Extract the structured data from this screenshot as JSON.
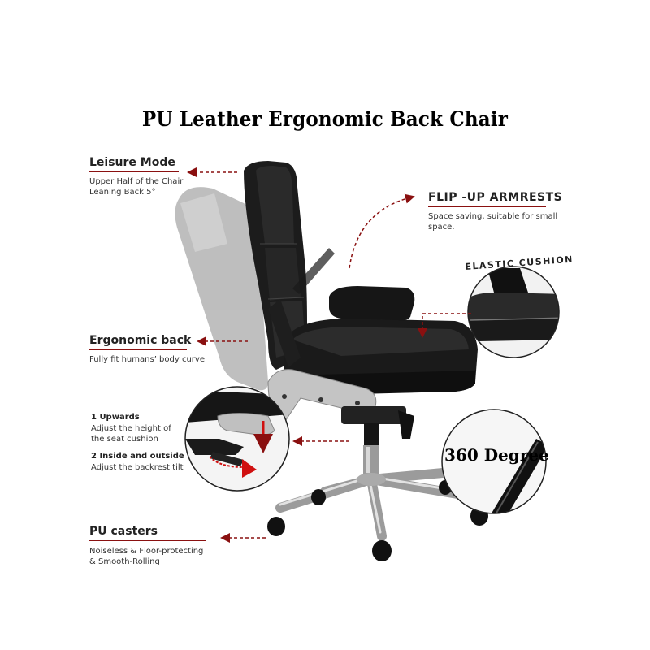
{
  "title": "PU Leather Ergonomic Back Chair",
  "features": {
    "leisure": {
      "heading": "Leisure Mode",
      "line1": "Upper Half of the Chair",
      "line2": "Leaning Back 5°"
    },
    "armrests": {
      "heading": "FLIP -UP ARMRESTS",
      "line1": "Space saving, suitable for small",
      "line2": "space."
    },
    "cushion": {
      "heading": "ELASTIC CUSHION"
    },
    "ergonomic": {
      "heading": "Ergonomic back",
      "line1": "Fully fit humans’ body curve"
    },
    "adjust": {
      "step1_head": "1  Upwards",
      "step1_line1": "Adjust the height of",
      "step1_line2": "the seat cushion",
      "step2_head": "2  Inside and outside",
      "step2_line1": "Adjust the backrest tilt"
    },
    "rotation": {
      "label": "360 Degree"
    },
    "casters": {
      "heading": "PU casters",
      "line1": "Noiseless & Floor-protecting",
      "line2": "& Smooth-Rolling"
    }
  },
  "colors": {
    "accent": "#8a1010",
    "chair": "#1a1a1a",
    "chrome": "#b8b8b8",
    "ghost": "#9a9a9a"
  }
}
